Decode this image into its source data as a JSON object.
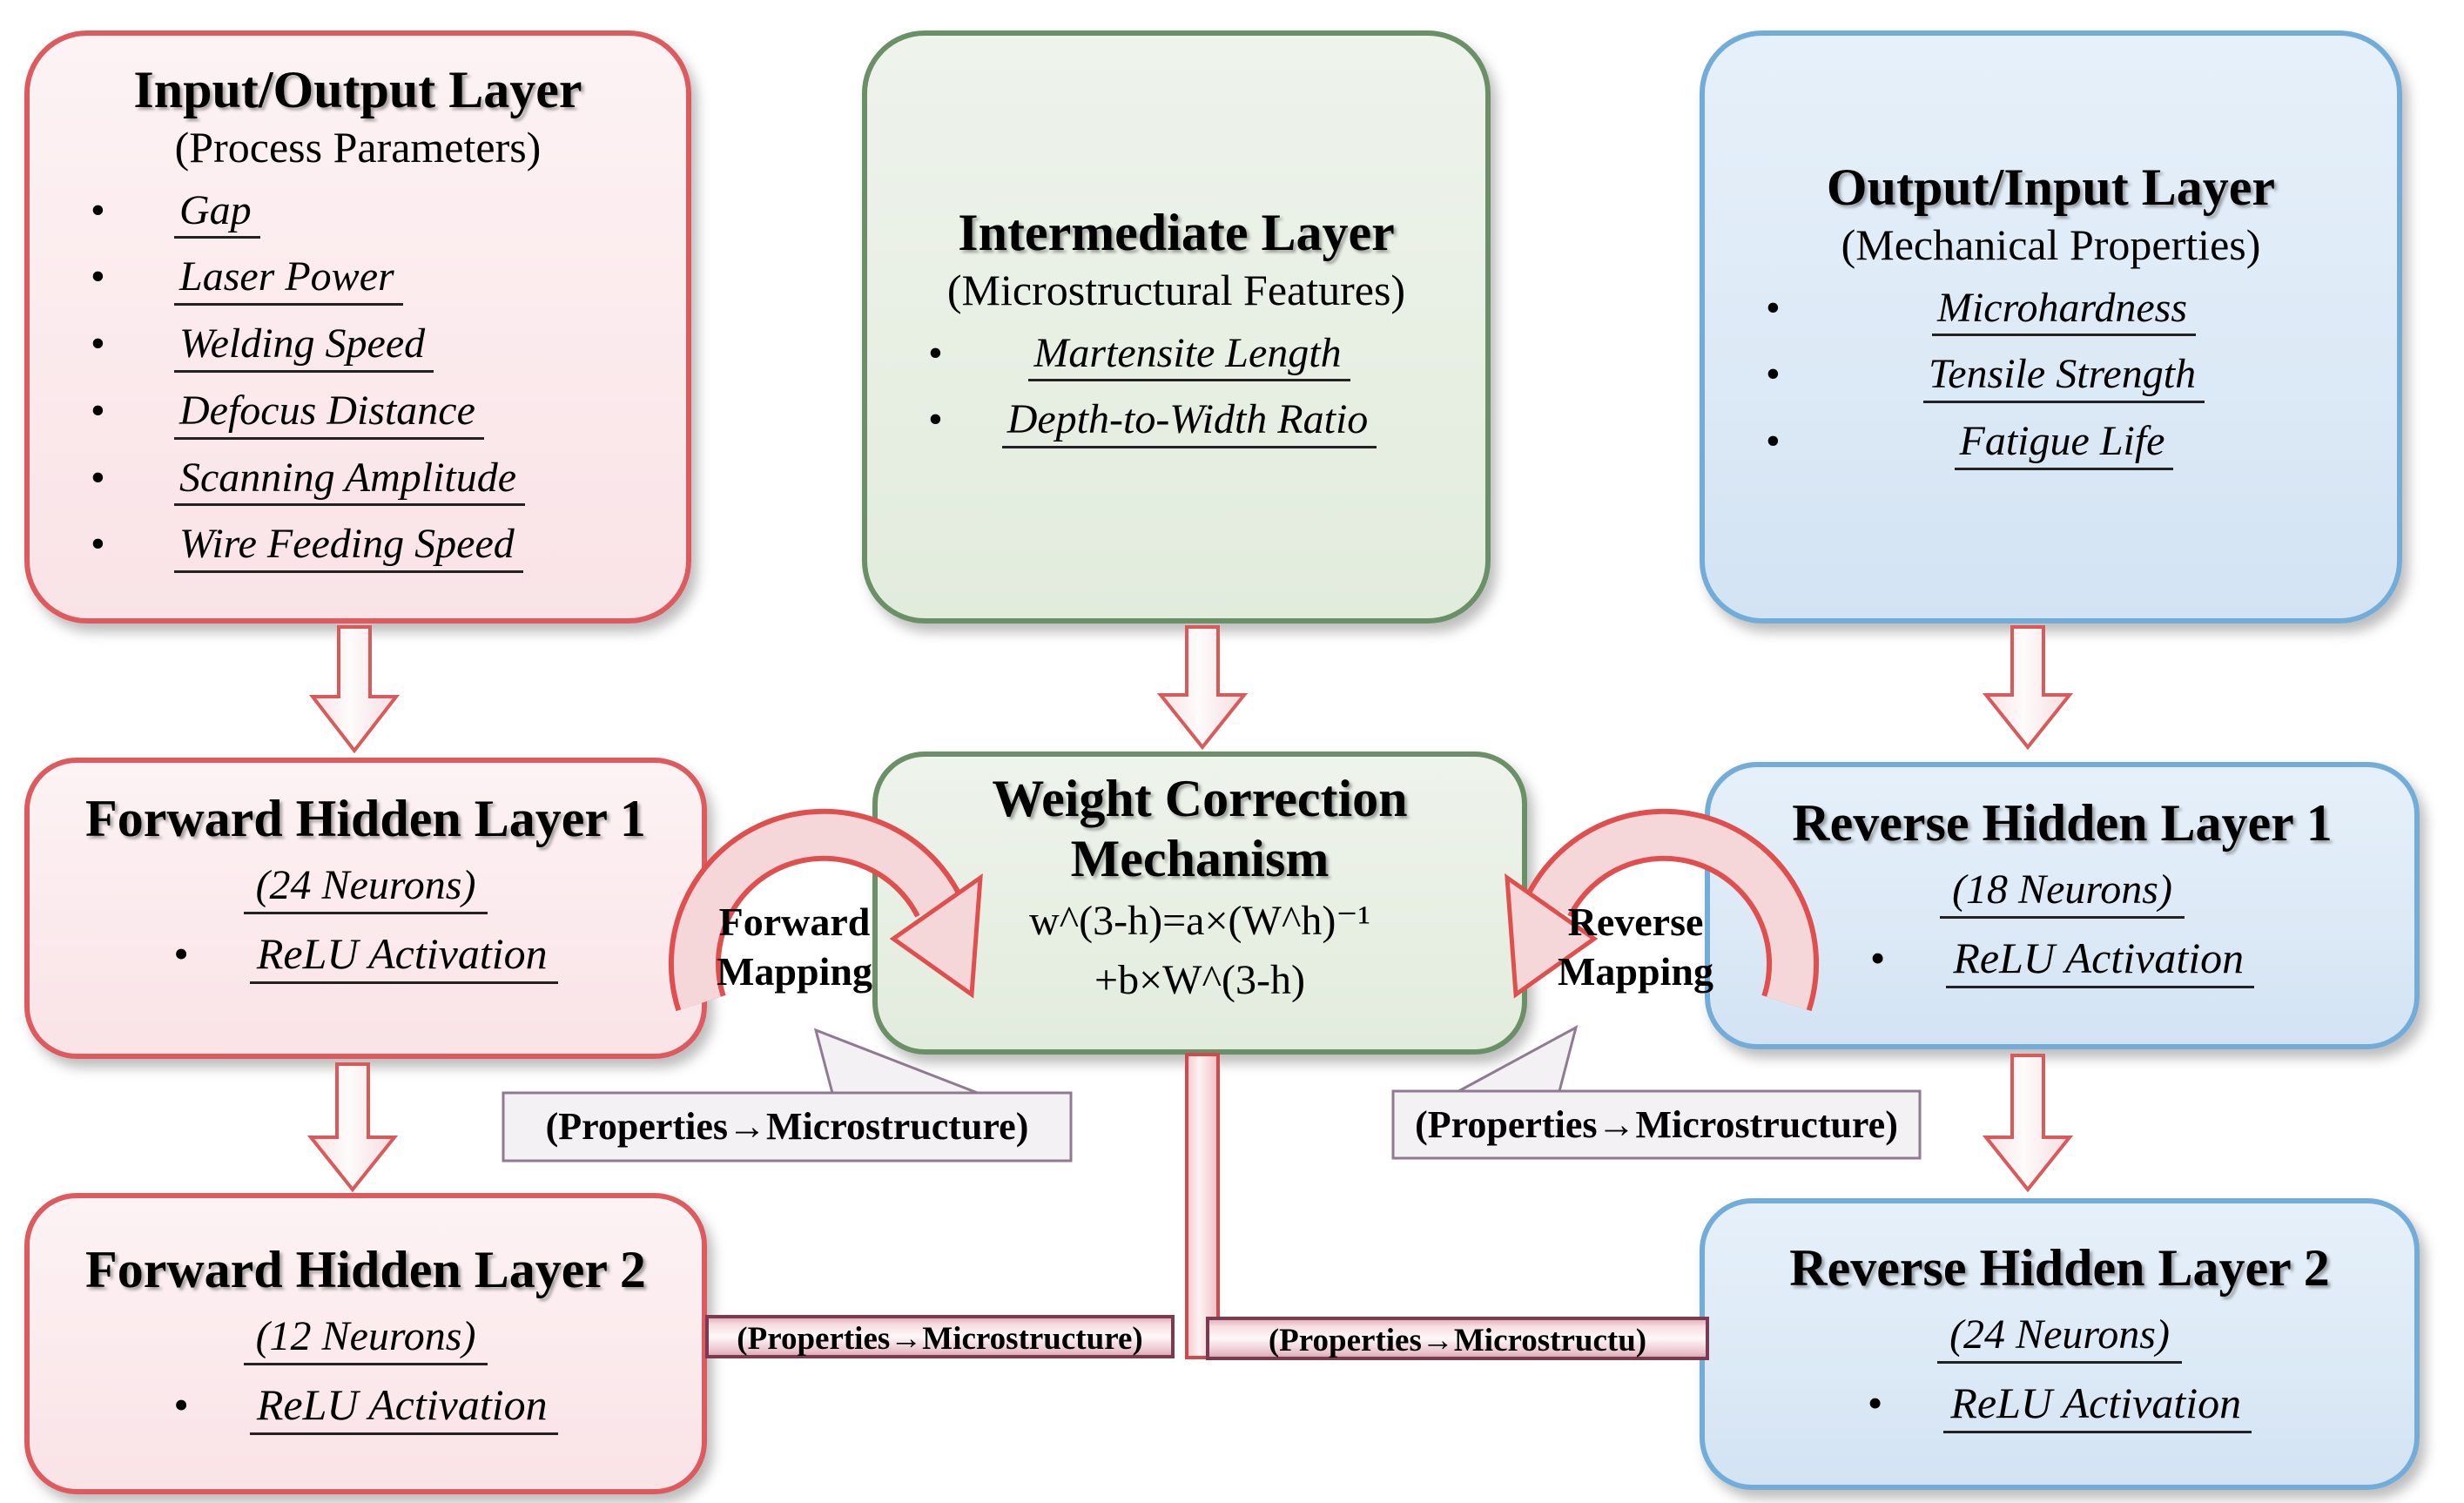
{
  "ui": {
    "bullet_char": "•"
  },
  "colors": {
    "pink_fill": "#fbe9ec",
    "pink_border": "#dd5a5e",
    "green_fill": "#e7efe3",
    "green_border": "#6b8f67",
    "blue_fill": "#dce9f6",
    "blue_border": "#72add9",
    "arrow_outline": "#d85a5a",
    "arrow_fill": "#fdf2f2",
    "arc_fill": "#f5d7d9",
    "arc_outline": "#df4f4e",
    "callout_fill": "#f3f1f3",
    "callout_border": "#8f7b91",
    "bar_border": "#7c3a50",
    "text": "#000000"
  },
  "boxes": {
    "io": {
      "title": "Input/Output Layer",
      "subtitle": "(Process Parameters)",
      "bullets": [
        "Gap",
        "Laser Power",
        "Welding Speed",
        "Defocus Distance",
        "Scanning Amplitude",
        "Wire Feeding Speed"
      ]
    },
    "intermediate": {
      "title": "Intermediate Layer",
      "subtitle": "(Microstructural Features)",
      "bullets": [
        "Martensite Length",
        "Depth-to-Width Ratio"
      ]
    },
    "oi": {
      "title": "Output/Input Layer",
      "subtitle": "(Mechanical Properties)",
      "bullets": [
        "Microhardness",
        "Tensile Strength",
        "Fatigue Life"
      ]
    },
    "fhl1": {
      "title": "Forward Hidden Layer 1",
      "neurons": "(24 Neurons)",
      "activation": "ReLU Activation"
    },
    "weight": {
      "title_line1": "Weight Correction",
      "title_line2": "Mechanism",
      "formula_line1": "w^(3-h)=a×(W^h)⁻¹",
      "formula_line2": "+b×W^(3-h)"
    },
    "rhl1": {
      "title": "Reverse Hidden Layer 1",
      "neurons": "(18 Neurons)",
      "activation": "ReLU Activation"
    },
    "fhl2": {
      "title": "Forward Hidden Layer 2",
      "neurons": "(12 Neurons)",
      "activation": "ReLU Activation"
    },
    "rhl2": {
      "title": "Reverse Hidden Layer 2",
      "neurons": "(24 Neurons)",
      "activation": "ReLU Activation"
    }
  },
  "labels": {
    "forward_mapping_line1": "Forward",
    "forward_mapping_line2": "Mapping",
    "reverse_mapping_line1": "Reverse",
    "reverse_mapping_line2": "Mapping",
    "callout_left": "(Properties→Microstructure)",
    "callout_right": "(Properties→Microstructure)",
    "bar_left": "(Properties→Microstructure)",
    "bar_right": "(Properties→Microstructu)"
  }
}
